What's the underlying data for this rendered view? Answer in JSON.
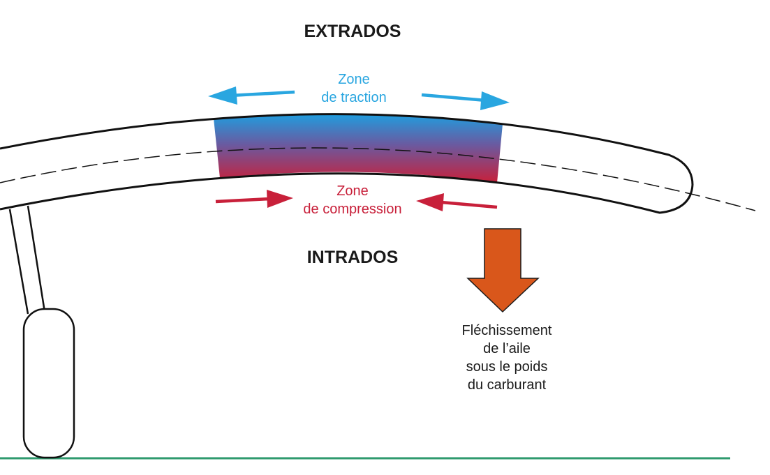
{
  "labels": {
    "top": "EXTRADOS",
    "bottom": "INTRADOS",
    "traction_line1": "Zone",
    "traction_line2": "de traction",
    "compression_line1": "Zone",
    "compression_line2": "de compression",
    "deflection_line1": "Fléchissement",
    "deflection_line2": "de l’aile",
    "deflection_line3": "sous le poids",
    "deflection_line4": "du carburant"
  },
  "colors": {
    "traction": "#29a6e0",
    "compression": "#c8203a",
    "load_arrow": "#d9571b",
    "ground": "#2e9a6e",
    "outline": "#111111"
  }
}
